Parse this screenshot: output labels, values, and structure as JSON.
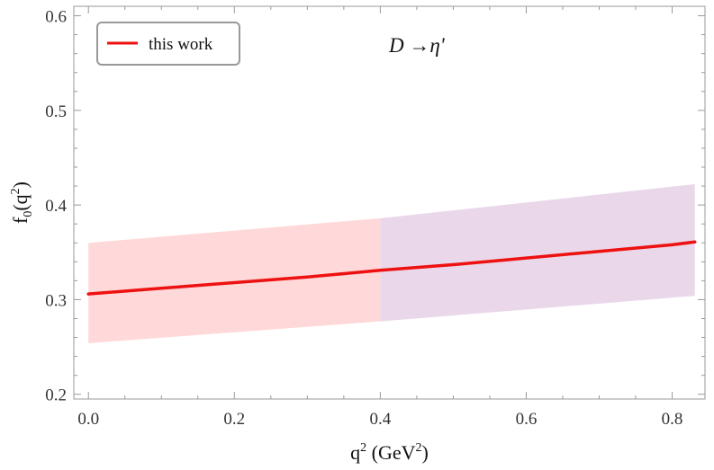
{
  "chart_data": {
    "type": "line",
    "xlabel": {
      "base": "q",
      "sup": "2",
      "mid": " (GeV",
      "sup2": "2",
      "end": ")"
    },
    "ylabel": {
      "base": "f",
      "sub": "0",
      "mid": "(q",
      "sup": "2",
      "end": ")"
    },
    "annotation": "D →η'",
    "xlim": [
      -0.02,
      0.845
    ],
    "ylim": [
      0.195,
      0.61
    ],
    "xticks": [
      0.0,
      0.2,
      0.4,
      0.6,
      0.8
    ],
    "xtick_labels": [
      "0.0",
      "0.2",
      "0.4",
      "0.6",
      "0.8"
    ],
    "yticks": [
      0.2,
      0.3,
      0.4,
      0.5,
      0.6
    ],
    "ytick_labels": [
      "0.2",
      "0.3",
      "0.4",
      "0.5",
      "0.6"
    ],
    "grid": false,
    "legend_position": "top-left",
    "series": [
      {
        "name": "this work",
        "color": "#ee1111",
        "x": [
          0.0,
          0.1,
          0.2,
          0.3,
          0.4,
          0.5,
          0.6,
          0.7,
          0.8,
          0.831
        ],
        "y": [
          0.306,
          0.312,
          0.318,
          0.324,
          0.331,
          0.337,
          0.344,
          0.351,
          0.358,
          0.361
        ]
      }
    ],
    "bands": [
      {
        "color": "#ffd9d9",
        "x": [
          0.0,
          0.4
        ],
        "lower": [
          0.254,
          0.277
        ],
        "upper": [
          0.36,
          0.386
        ]
      },
      {
        "color": "#ead8ea",
        "x": [
          0.4,
          0.831
        ],
        "lower": [
          0.277,
          0.304
        ],
        "upper": [
          0.386,
          0.422
        ]
      }
    ]
  }
}
